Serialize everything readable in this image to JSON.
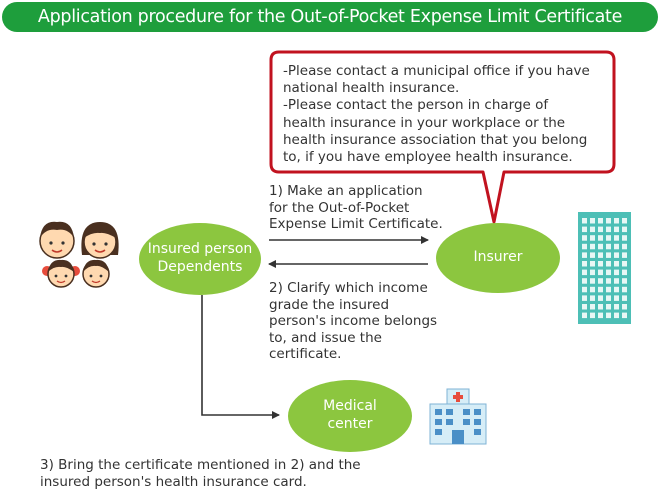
{
  "title": "Application procedure for the Out-of-Pocket Expense Limit Certificate",
  "callout": {
    "line1": "-Please contact a municipal office if you have\nnational health insurance.",
    "line2": "-Please contact the person in charge of\nhealth insurance in your workplace or the\nhealth insurance association that you belong\nto, if you have employee health insurance."
  },
  "nodes": {
    "insured": "Insured person\nDependents",
    "insurer": "Insurer",
    "medical": "Medical\ncenter"
  },
  "steps": {
    "step1": "1) Make an application\nfor the Out-of-Pocket\nExpense Limit Certificate.",
    "step2": "2) Clarify which income\ngrade the insured\nperson's income belongs\nto, and issue the\ncertificate.",
    "step3": "3) Bring the certificate mentioned in 2) and the\ninsured person's health insurance card."
  },
  "colors": {
    "title_bg": "#1e9e3c",
    "node_fill": "#8cc63f",
    "callout_border": "#c1121f",
    "building": "#4dbfb6",
    "arrow": "#333333"
  },
  "icons": [
    "family-icon",
    "office-building-icon",
    "hospital-icon"
  ]
}
